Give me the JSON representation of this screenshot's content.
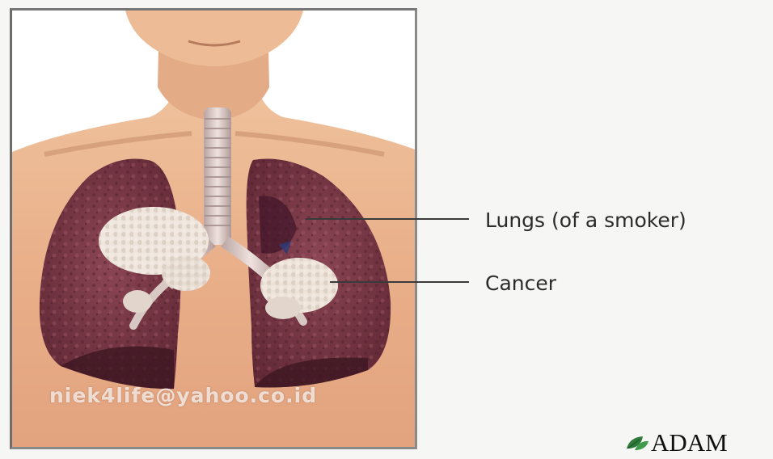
{
  "labels": {
    "lungs": "Lungs (of a smoker)",
    "cancer": "Cancer"
  },
  "watermark": "niek4life@yahoo.co.id",
  "logo": {
    "text": "ADAM",
    "icon": "leaf-icon"
  },
  "colors": {
    "skin": "#e8b088",
    "lung_tissue": "#7a3846",
    "tumor": "#e6dcd2",
    "trachea": "#d9c8c4",
    "background": "#f6f6f4"
  }
}
